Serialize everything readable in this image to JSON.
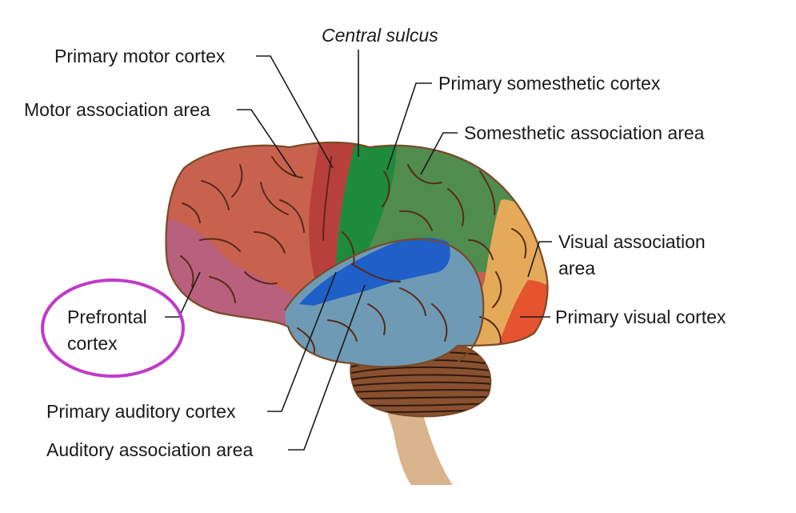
{
  "labels": {
    "central_sulcus": "Central sulcus",
    "primary_motor_cortex": "Primary motor cortex",
    "motor_association_area": "Motor association area",
    "primary_somesthetic_cortex": "Primary somesthetic cortex",
    "somesthetic_association_area": "Somesthetic association area",
    "visual_association_area_line1": "Visual association",
    "visual_association_area_line2": "area",
    "primary_visual_cortex": "Primary visual cortex",
    "prefrontal_cortex_line1": "Prefrontal",
    "prefrontal_cortex_line2": "cortex",
    "primary_auditory_cortex": "Primary auditory cortex",
    "auditory_association_area": "Auditory association area"
  },
  "colors": {
    "prefrontal": "#b8607e",
    "motor_association": "#c8624f",
    "primary_motor": "#b8403c",
    "primary_somesthetic": "#1e8a3c",
    "somesthetic_association": "#4f8c4e",
    "visual_association": "#e5a95a",
    "primary_visual": "#e5542f",
    "temporal_auditory_association": "#6e9ab5",
    "primary_auditory": "#1f5fc8",
    "cerebellum": "#8a5030",
    "brainstem": "#d9b48c",
    "highlight_circle": "#c03ac8"
  }
}
